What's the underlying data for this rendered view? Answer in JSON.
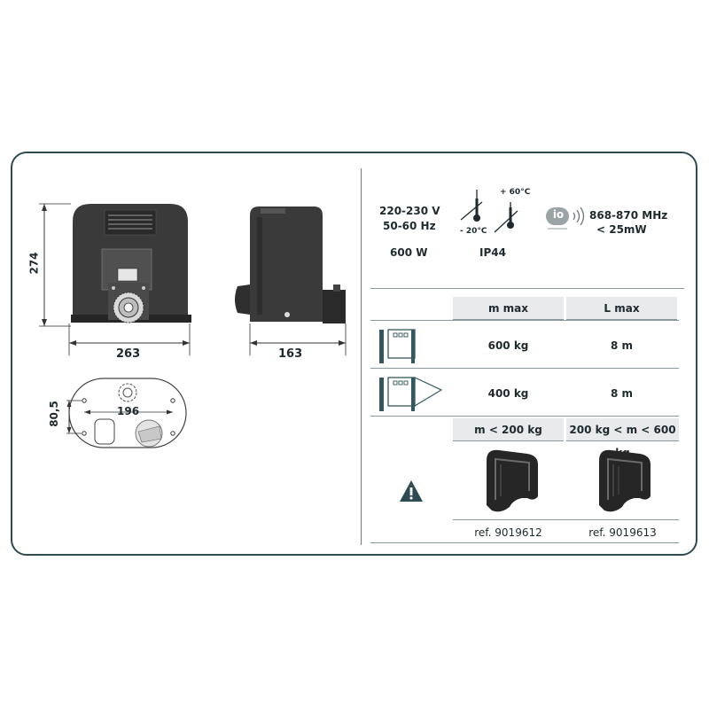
{
  "dimensions": {
    "height": "274",
    "width_front": "263",
    "depth_side": "163",
    "mount_height": "80,5",
    "mount_width": "196"
  },
  "specs": {
    "voltage": "220-230 V",
    "frequency": "50-60 Hz",
    "power": "600 W",
    "temp_min": "- 20°C",
    "temp_max": "+ 60°C",
    "ip_rating": "IP44",
    "radio_freq": "868-870 MHz",
    "radio_power": "< 25mW",
    "io_label": "io"
  },
  "table": {
    "col_mmax": "m max",
    "col_lmax": "L max",
    "rows": [
      {
        "mmax": "600 kg",
        "lmax": "8 m"
      },
      {
        "mmax": "400 kg",
        "lmax": "8 m"
      }
    ],
    "rack_headers": [
      "m < 200 kg",
      "200 kg < m < 600 kg"
    ],
    "rack_refs": [
      "ref. 9019612",
      "ref. 9019613"
    ]
  },
  "colors": {
    "border": "#2e4a53",
    "header_bg": "#e8eaeb",
    "motor_dark": "#2b2b2b"
  }
}
